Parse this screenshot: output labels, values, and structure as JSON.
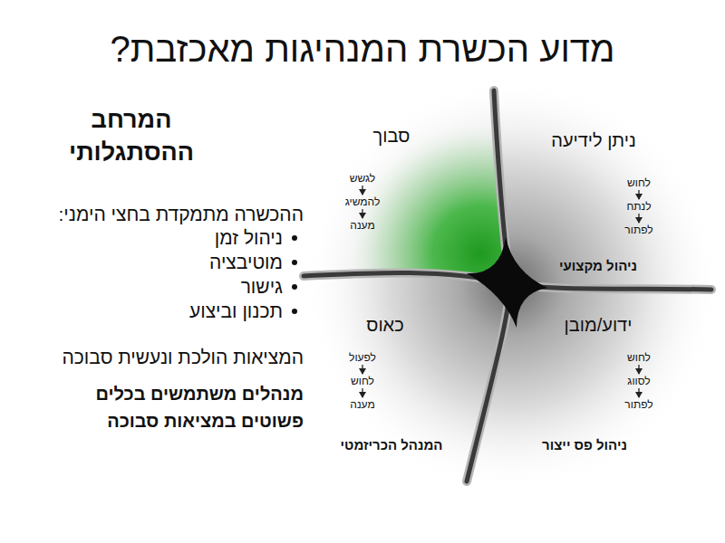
{
  "diagram": {
    "title": "מדוע הכשרת המנהיגות מאכזבת?",
    "nodes": [
      {
        "text": [
          "ניתן לידיעה",
          "ניהול מקצועי"
        ]
      },
      {
        "text": [
          "לחוש"
        ],
        "in": 0
      },
      {
        "text": [
          "לנתח"
        ],
        "in": 0
      },
      {
        "text": [
          "לפתור"
        ],
        "in": 0
      },
      {
        "text": [
          "סבוך"
        ]
      },
      {
        "text": [
          "לגשש"
        ],
        "in": 4
      },
      {
        "text": [
          "להמשיג"
        ],
        "in": 4
      },
      {
        "text": [
          "מענה"
        ],
        "in": 4
      },
      {
        "text": [
          "ידוע/מובן",
          "ניהול פס ייצור"
        ]
      },
      {
        "text": [
          "לחוש"
        ],
        "in": 8
      },
      {
        "text": [
          "לסווג"
        ],
        "in": 8
      },
      {
        "text": [
          "לפתור"
        ],
        "in": 8
      },
      {
        "text": [
          "כאוס",
          "המנהל הכריזמטי"
        ]
      },
      {
        "text": [
          "לפעול"
        ],
        "in": 12
      },
      {
        "text": [
          "לחוש"
        ],
        "in": 12
      },
      {
        "text": [
          "מענה"
        ],
        "in": 12
      }
    ],
    "edges": [
      {
        "from": 1,
        "to": 2,
        "arrow": "to"
      },
      {
        "from": 2,
        "to": 3,
        "arrow": "to"
      },
      {
        "from": 5,
        "to": 6,
        "arrow": "to"
      },
      {
        "from": 6,
        "to": 7,
        "arrow": "to"
      },
      {
        "from": 9,
        "to": 10,
        "arrow": "to"
      },
      {
        "from": 10,
        "to": 11,
        "arrow": "to"
      },
      {
        "from": 13,
        "to": 14,
        "arrow": "to"
      },
      {
        "from": 14,
        "to": 15,
        "arrow": "to"
      }
    ],
    "labels": [
      "המרחב ההסתגלותי",
      "ההכשרה מתמקדת בחצי הימני:",
      "ניהול זמן",
      "מוטיבציה",
      "גישור",
      "תכנון וביצוע",
      "המציאות הולכת ונעשית סבוכה",
      "מנהלים משתמשים בכלים פשוטים במציאות סבוכה"
    ]
  }
}
